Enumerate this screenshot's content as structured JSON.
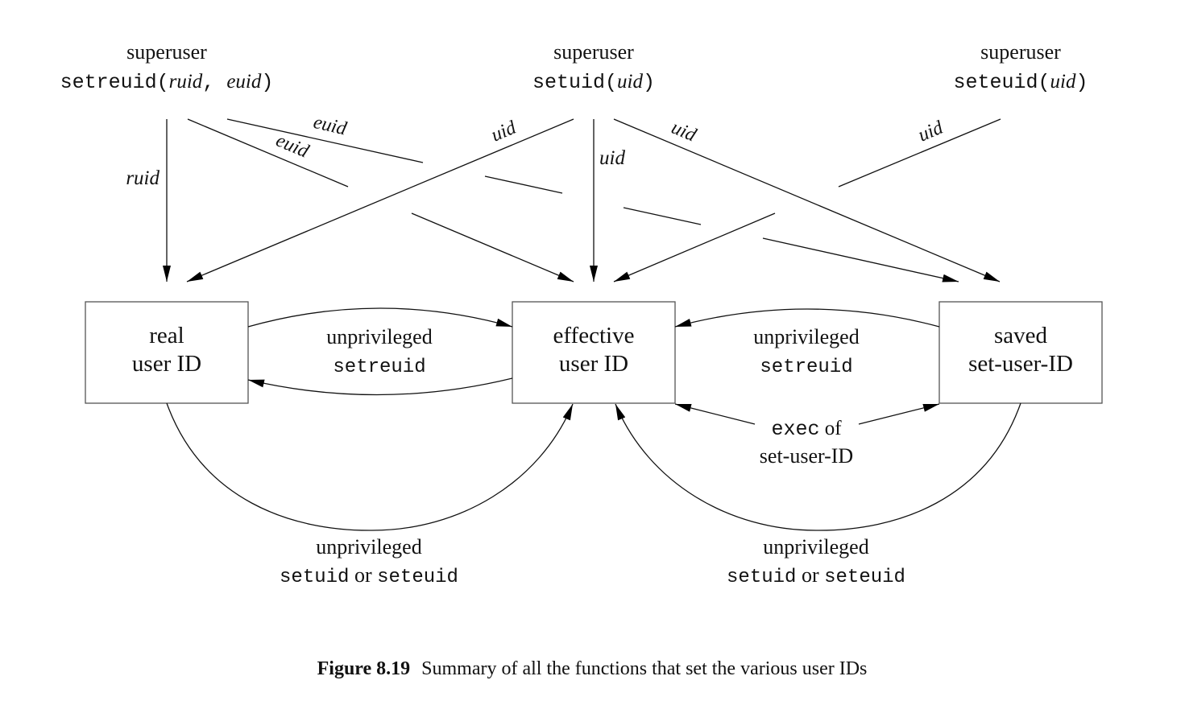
{
  "sources": [
    {
      "id": "setreuid",
      "title": "superuser",
      "func": "setreuid(",
      "args": [
        {
          "text": "ruid",
          "italic": true
        },
        {
          "text": ", ",
          "italic": false
        },
        {
          "text": "euid",
          "italic": true
        }
      ],
      "close": ")"
    },
    {
      "id": "setuid",
      "title": "superuser",
      "func": "setuid(",
      "args": [
        {
          "text": "uid",
          "italic": true
        }
      ],
      "close": ")"
    },
    {
      "id": "seteuid",
      "title": "superuser",
      "func": "seteuid(",
      "args": [
        {
          "text": "uid",
          "italic": true
        }
      ],
      "close": ")"
    }
  ],
  "boxes": [
    {
      "id": "real",
      "line1": "real",
      "line2": "user ID"
    },
    {
      "id": "effective",
      "line1": "effective",
      "line2": "user ID"
    },
    {
      "id": "saved",
      "line1": "saved",
      "line2": "set-user-ID"
    }
  ],
  "edge_labels": {
    "ruid": "ruid",
    "euid_1": "euid",
    "euid_2": "euid",
    "uid_left": "uid",
    "uid_center": "uid",
    "uid_right": "uid",
    "uid_seteuid": "uid"
  },
  "middle_labels": {
    "left_line1": "unprivileged",
    "left_line2": "setreuid",
    "right_line1": "unprivileged",
    "right_line2": "setreuid",
    "exec_code": "exec",
    "exec_of": " of",
    "exec_line2": "set-user-ID"
  },
  "bottom_labels": {
    "left_line1": "unprivileged",
    "left_code1": "setuid",
    "left_or": " or ",
    "left_code2": "seteuid",
    "right_line1": "unprivileged",
    "right_code1": "setuid",
    "right_or": " or ",
    "right_code2": "seteuid"
  },
  "caption": {
    "label": "Figure 8.19",
    "text": "Summary of all the functions that set the various user IDs"
  }
}
